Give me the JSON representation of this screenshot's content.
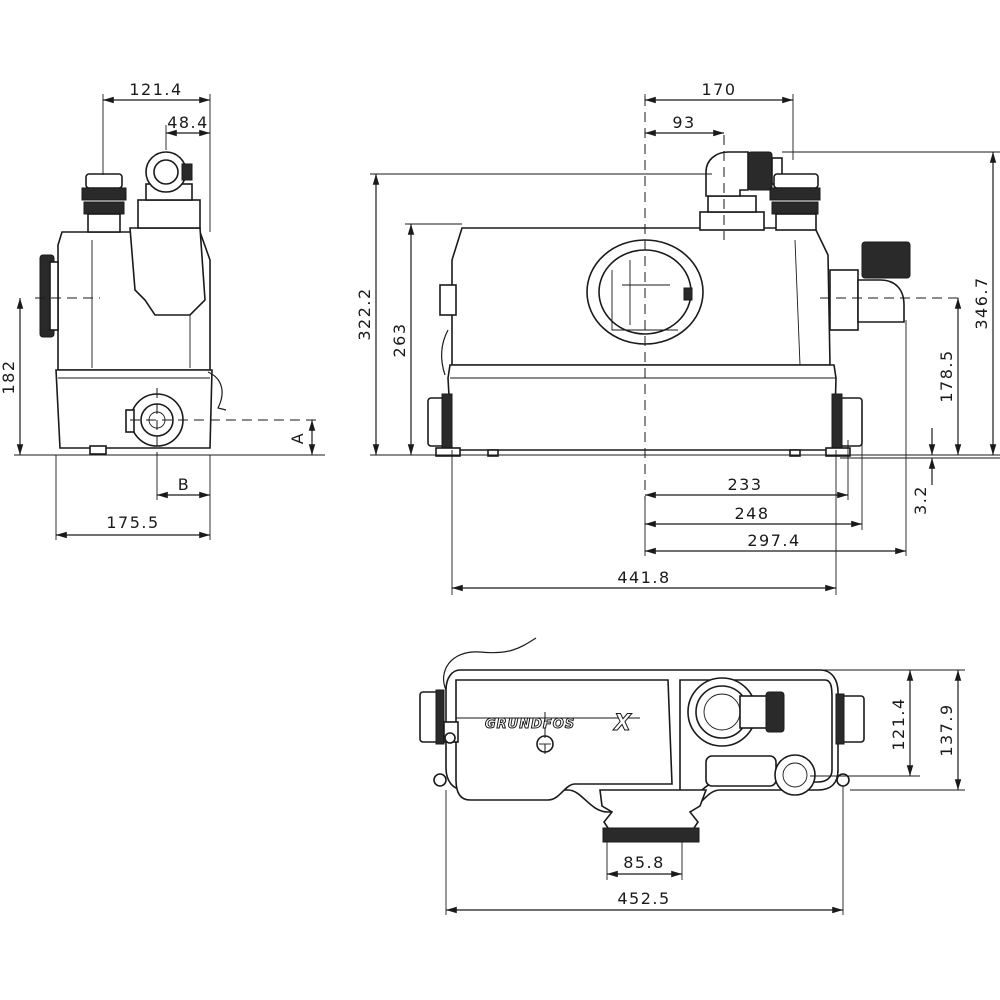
{
  "side_view": {
    "dim_top_width": "121.4",
    "dim_outlet_offset": "48.4",
    "dim_height": "182",
    "dim_A": "A",
    "dim_B": "B",
    "dim_base_depth": "175.5"
  },
  "front_view": {
    "dim_170": "170",
    "dim_93": "93",
    "dim_322_2": "322.2",
    "dim_263": "263",
    "dim_346_7": "346.7",
    "dim_178_5": "178.5",
    "dim_3_2": "3.2",
    "dim_233": "233",
    "dim_248": "248",
    "dim_297_4": "297.4",
    "dim_441_8": "441.8"
  },
  "top_view": {
    "brand": "GRUNDFOS",
    "dim_121_4": "121.4",
    "dim_137_9": "137.9",
    "dim_85_8": "85.8",
    "dim_452_5": "452.5"
  }
}
